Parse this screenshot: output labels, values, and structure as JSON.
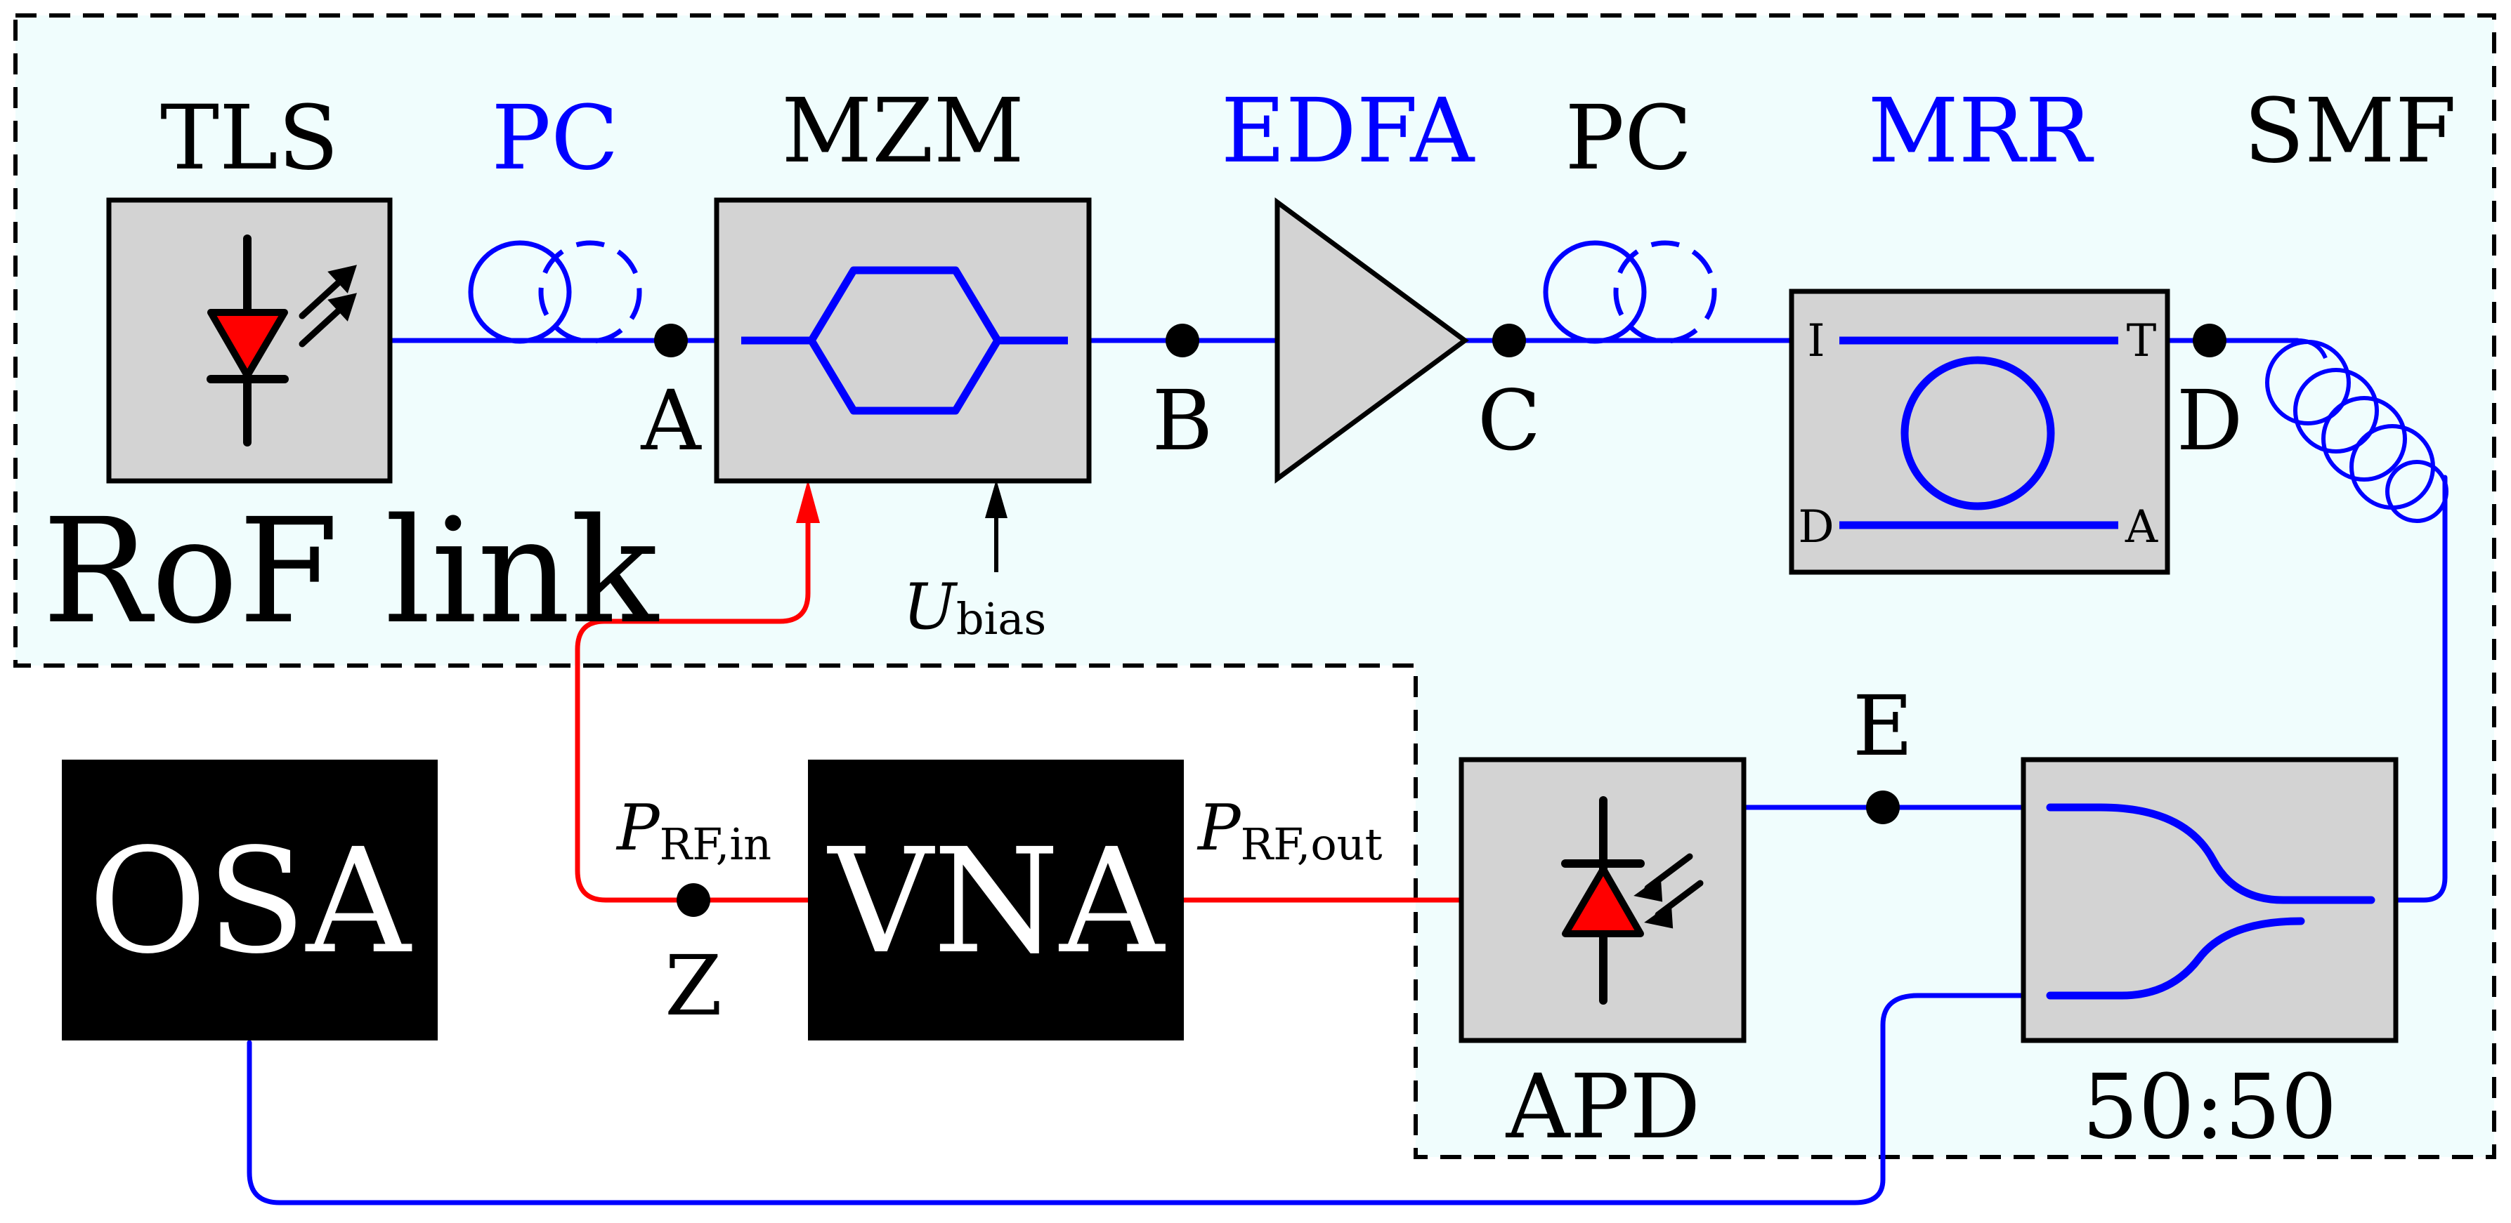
{
  "colors": {
    "blue": "#0000ff",
    "red": "#ff0000",
    "black": "#000000",
    "panel": "#f0fdfd",
    "box": "#d3d3d3"
  },
  "rof": {
    "title": "RoF link"
  },
  "components": {
    "tls": "TLS",
    "pc1": "PC",
    "mzm": "MZM",
    "edfa": "EDFA",
    "pc2": "PC",
    "mrr": "MRR",
    "smf": "SMF",
    "apd": "APD",
    "coupler": "50:50",
    "osa": "OSA",
    "vna": "VNA"
  },
  "mrr_ports": {
    "input": "I",
    "through": "T",
    "drop": "D",
    "add": "A"
  },
  "points": {
    "a": "A",
    "b": "B",
    "c": "C",
    "d": "D",
    "e": "E",
    "z": "Z"
  },
  "bias": {
    "main": "U",
    "sub": "bias"
  },
  "prf_in": {
    "main": "P",
    "sub": "RF,in"
  },
  "prf_out": {
    "main": "P",
    "sub": "RF,out"
  }
}
